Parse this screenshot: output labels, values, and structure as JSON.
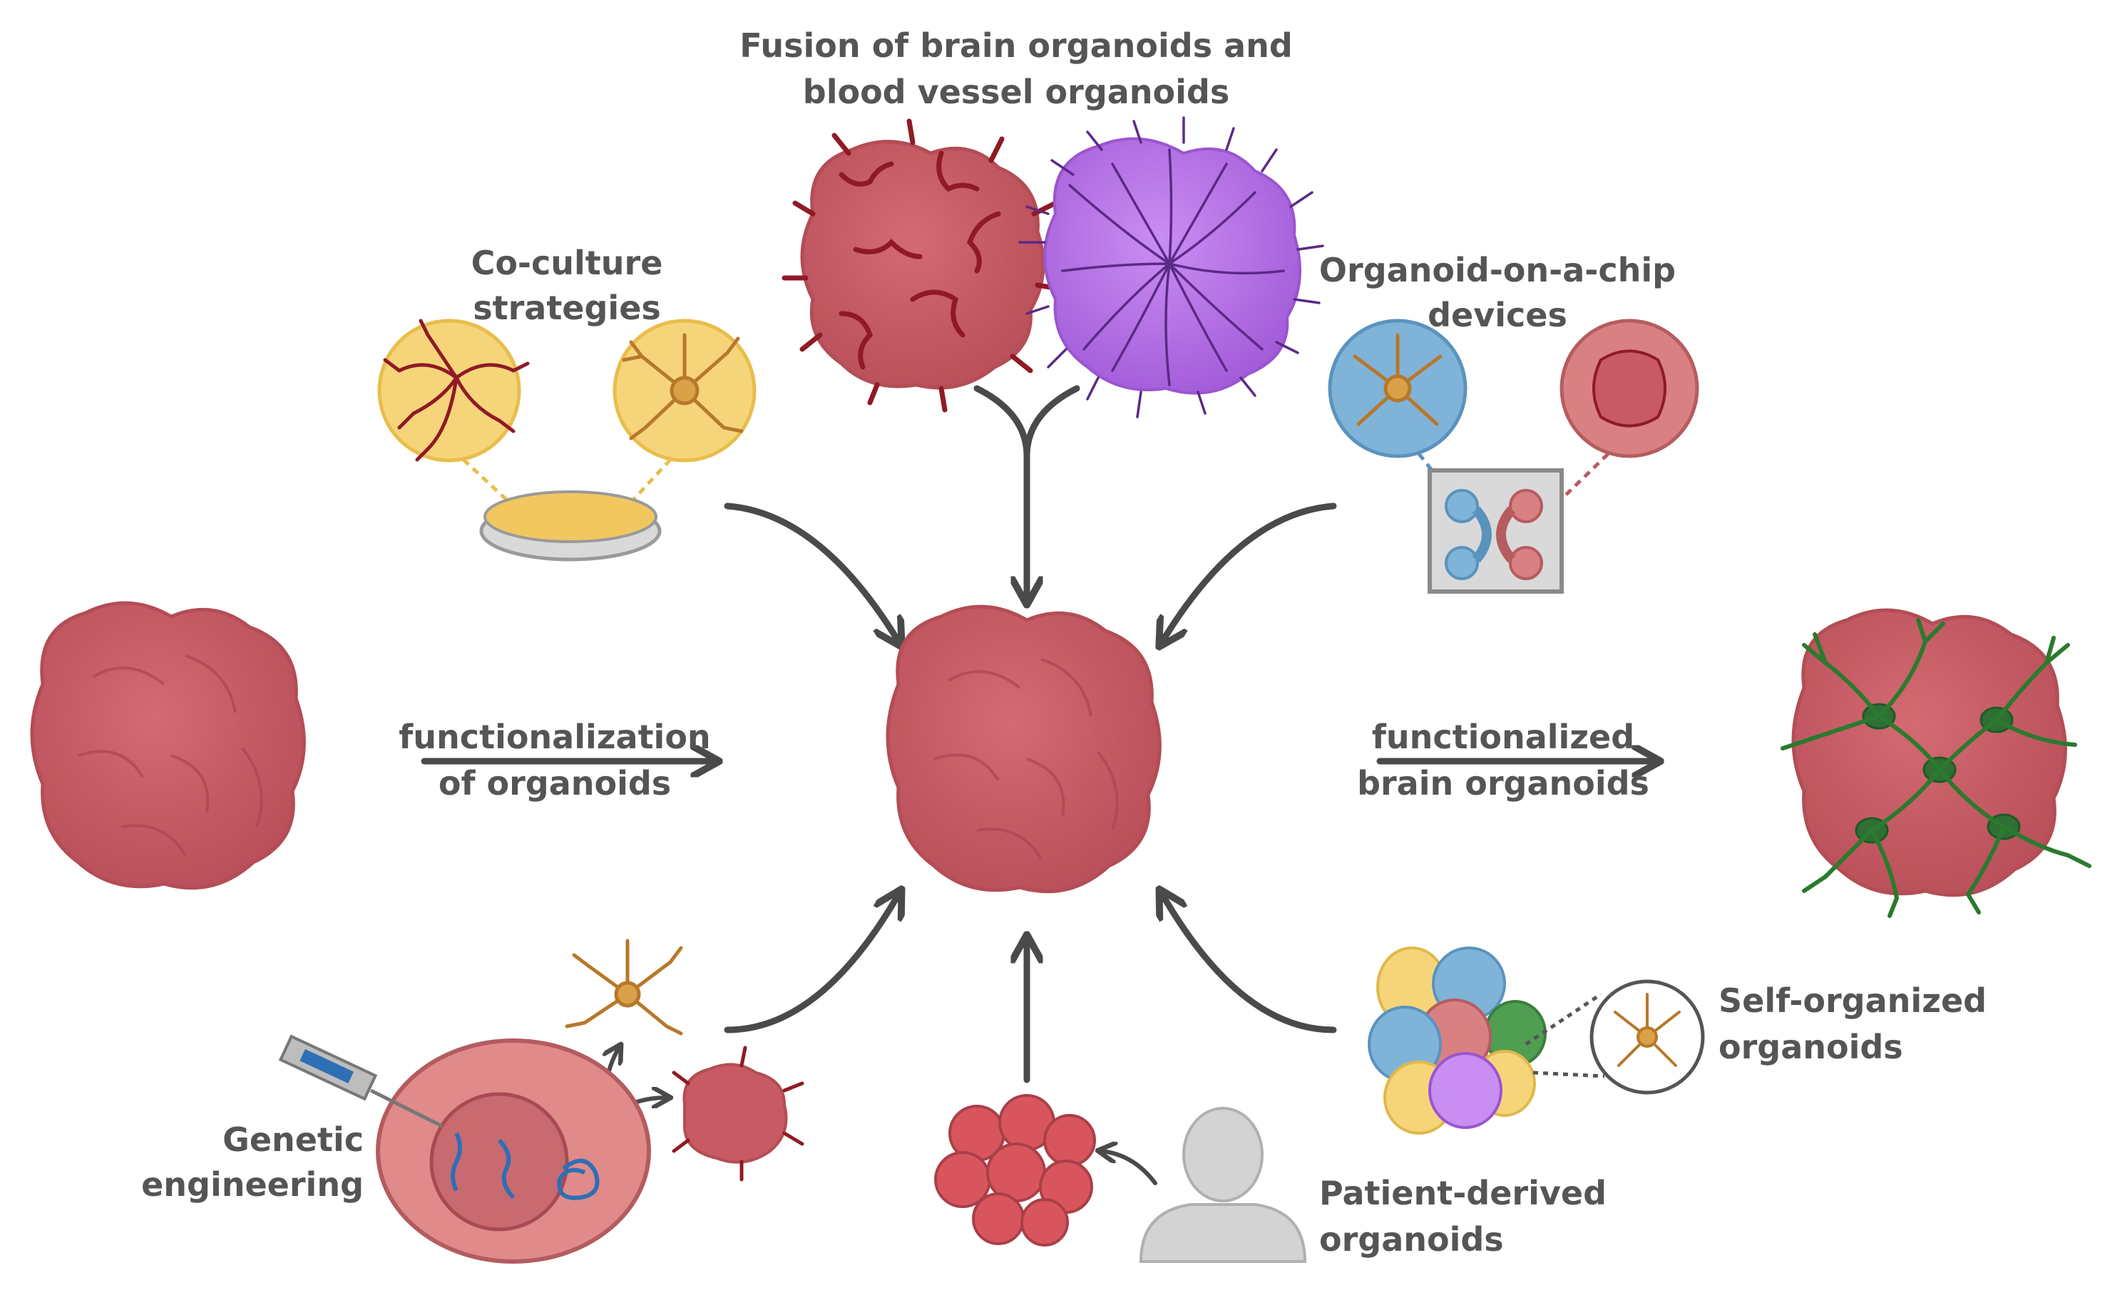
{
  "labels": {
    "fusion_line1": "Fusion of brain organoids and",
    "fusion_line2": "blood vessel organoids",
    "coculture_line1": "Co-culture",
    "coculture_line2": "strategies",
    "chip_line1": "Organoid-on-a-chip",
    "chip_line2": "devices",
    "functionalization_line1": "functionalization",
    "functionalization_line2": "of organoids",
    "functionalized_line1": "functionalized",
    "functionalized_line2": "brain organoids",
    "genetic_line1": "Genetic",
    "genetic_line2": "engineering",
    "patient_line1": "Patient-derived",
    "patient_line2": "organoids",
    "selforg_line1": "Self-organized",
    "selforg_line2": "organoids"
  },
  "colors": {
    "organoid": "#c85a63",
    "organoid_dark": "#a94650",
    "vessel_red": "#8f1a25",
    "vessel_purple": "#b36ae6",
    "vessel_green": "#2b7a2e",
    "cell_yellow": "#f6d57a",
    "cell_blue": "#7fb3d8",
    "neuron_orange": "#c98a2e",
    "arrow": "#4a4a4a",
    "text": "#555555"
  }
}
